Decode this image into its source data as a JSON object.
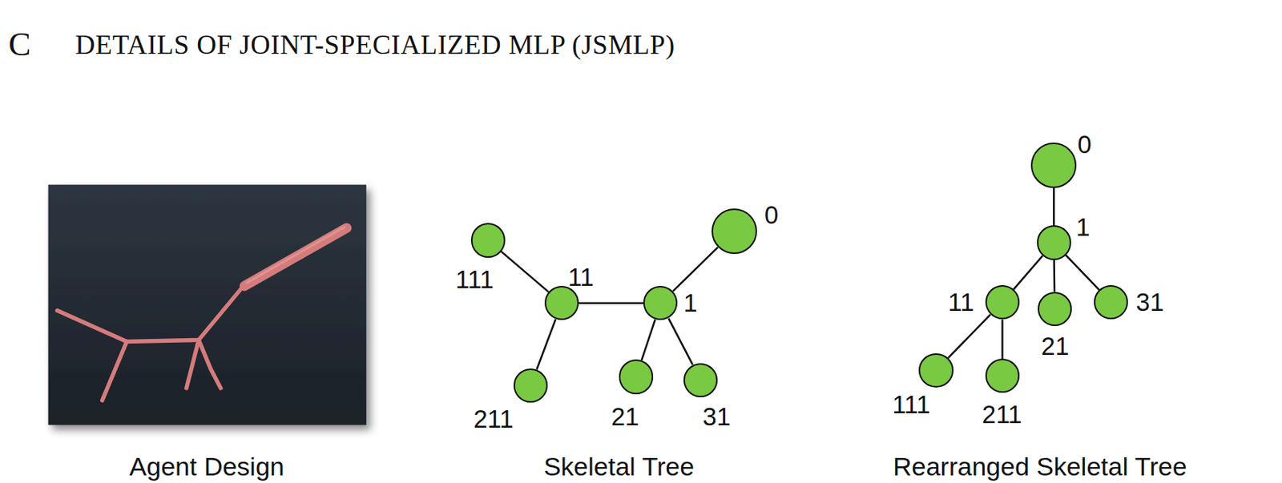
{
  "diagram": {
    "title": "DETAILS OF JOINT-SPECIALIZED MLP (JSMLP)",
    "nodes": [
      {
        "text": [
          "0"
        ]
      },
      {
        "text": [
          "111"
        ]
      },
      {
        "text": [
          "11"
        ]
      },
      {
        "text": [
          "1"
        ]
      },
      {
        "text": [
          "211"
        ]
      },
      {
        "text": [
          "21"
        ]
      },
      {
        "text": [
          "31"
        ]
      },
      {
        "text": [
          "0"
        ]
      },
      {
        "text": [
          "1"
        ]
      },
      {
        "text": [
          "11"
        ]
      },
      {
        "text": [
          "21"
        ]
      },
      {
        "text": [
          "31"
        ]
      },
      {
        "text": [
          "111"
        ]
      },
      {
        "text": [
          "211"
        ]
      }
    ],
    "edges": [
      {
        "from": 1,
        "to": 2,
        "arrow": "none"
      },
      {
        "from": 2,
        "to": 3,
        "arrow": "none"
      },
      {
        "from": 3,
        "to": 0,
        "arrow": "none"
      },
      {
        "from": 2,
        "to": 4,
        "arrow": "none"
      },
      {
        "from": 3,
        "to": 5,
        "arrow": "none"
      },
      {
        "from": 3,
        "to": 6,
        "arrow": "none"
      },
      {
        "from": 7,
        "to": 8,
        "arrow": "none"
      },
      {
        "from": 8,
        "to": 9,
        "arrow": "none"
      },
      {
        "from": 8,
        "to": 10,
        "arrow": "none"
      },
      {
        "from": 8,
        "to": 11,
        "arrow": "none"
      },
      {
        "from": 9,
        "to": 12,
        "arrow": "none"
      },
      {
        "from": 9,
        "to": 13,
        "arrow": "none"
      }
    ],
    "labels": [
      "C",
      "Agent Design",
      "Skeletal Tree",
      "Rearranged Skeletal Tree"
    ]
  }
}
